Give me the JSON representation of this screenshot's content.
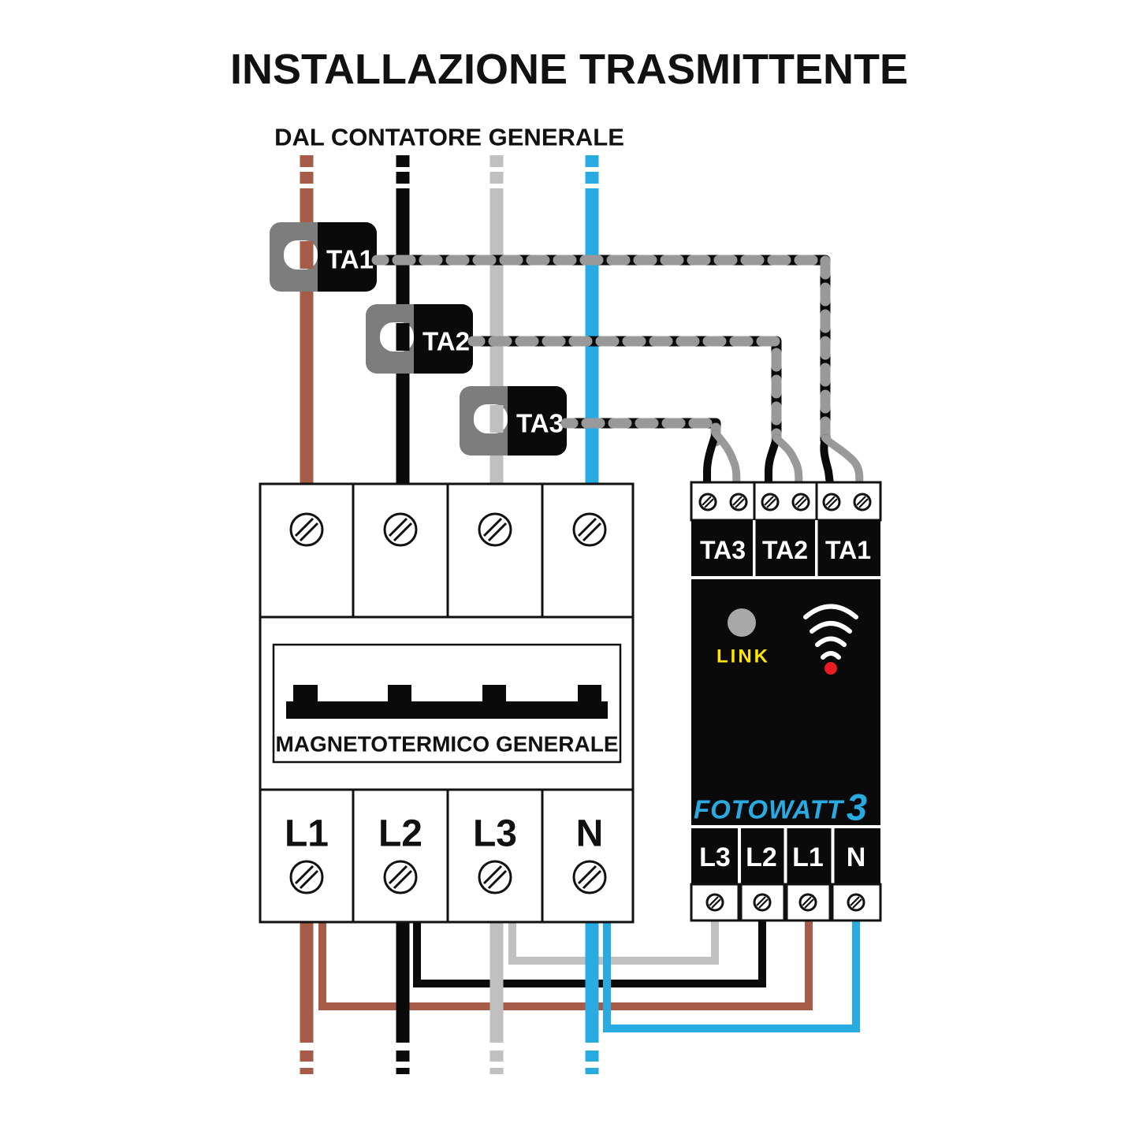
{
  "title": "INSTALLAZIONE TRASMITTENTE",
  "source_label": "DAL CONTATORE GENERALE",
  "current_transformers": [
    {
      "label": "TA1"
    },
    {
      "label": "TA2"
    },
    {
      "label": "TA3"
    }
  ],
  "breaker": {
    "label": "MAGNETOTERMICO GENERALE",
    "terminals": [
      "L1",
      "L2",
      "L3",
      "N"
    ]
  },
  "device": {
    "brand": "FOTOWATT",
    "model": "3",
    "link_label": "LINK",
    "top_terminals": [
      "TA3",
      "TA2",
      "TA1"
    ],
    "bottom_terminals": [
      "L3",
      "L2",
      "L1",
      "N"
    ]
  },
  "colors": {
    "phase_l1_brown": "#A65C46",
    "phase_l2_black": "#0A0A0A",
    "phase_l3_gray": "#C0C0C0",
    "neutral_blue": "#29ABE2",
    "twisted_pair_gray": "#999999",
    "clamp_body_gray": "#7D7D7D",
    "link_led_gray": "#A8A8A8",
    "link_text_yellow": "#FFE600",
    "signal_led_red": "#EC1C24",
    "brand_cyan": "#29ABE2"
  }
}
